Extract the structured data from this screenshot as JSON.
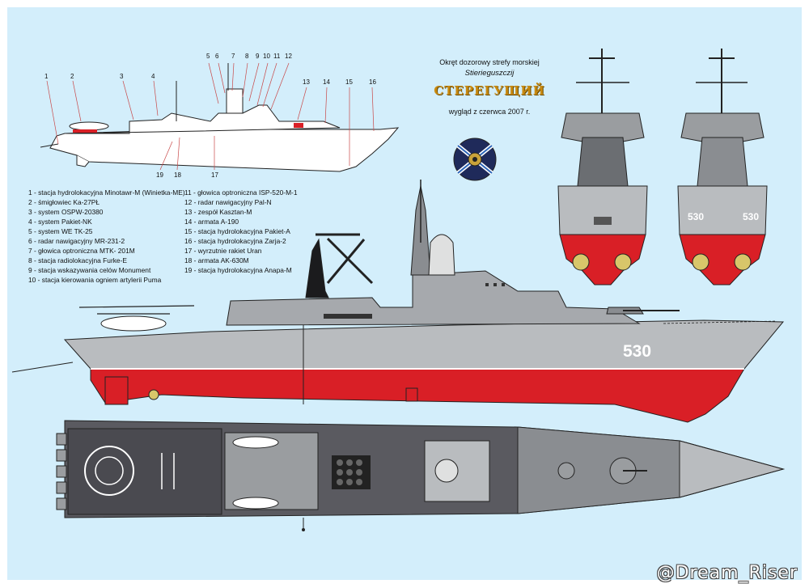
{
  "header": {
    "line1": "Okręt dozorowy strefy morskiej",
    "line2": "Stierieguszczij",
    "brand": "СТЕРЕГУЩИЙ",
    "line3": "wygląd z czerwca 2007 r."
  },
  "callouts": [
    "1",
    "2",
    "3",
    "4",
    "5",
    "6",
    "7",
    "8",
    "9",
    "10",
    "11",
    "12",
    "13",
    "14",
    "15",
    "16",
    "17",
    "18",
    "19"
  ],
  "legend_left": [
    "1 - stacja hydrolokacyjna Minotawr-M (Winietka-ME)",
    "2 - śmigłowiec Ka-27PŁ",
    "3 - system OSPW-20380",
    "4 - system Pakiet-NK",
    "5 - system WE TK-25",
    "6 - radar nawigacyjny MR-231-2",
    "7 - głowica optroniczna MTK- 201M",
    "8 - stacja radiolokacyjna Furke-E",
    "9 - stacja wskazywania celów Monument",
    "10 - stacja kierowania ogniem artylerii Puma"
  ],
  "legend_right": [
    "11 - głowica optroniczna ISP-520-M-1",
    "12 - radar nawigacyjny Pal-N",
    "13 - zespół Kasztan-M",
    "14 - armata A-190",
    "15 - stacja hydrolokacyjna Pakiet-A",
    "16 - stacja hydrolokacyjna Zarja-2",
    "17 - wyrzutnie rakiet Uran",
    "18 - armata AK-630M",
    "19 - stacja hydrolokacyjna Anapa-M"
  ],
  "hull_number": "530",
  "watermark": "@Dream_Riser",
  "colors": {
    "background": "#d3eefb",
    "hull_grey": "#b9bcbf",
    "deck_dark": "#5a5a60",
    "antifouling_red": "#d91f26",
    "outline": "#222222"
  }
}
